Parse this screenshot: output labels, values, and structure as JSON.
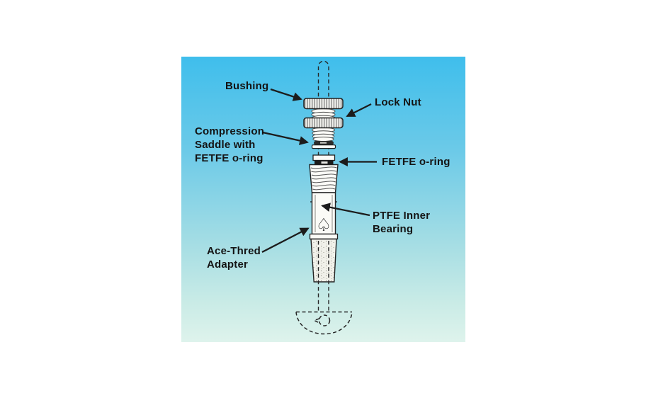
{
  "diagram": {
    "labels": {
      "bushing": "Bushing",
      "lock_nut": "Lock Nut",
      "compression_saddle": [
        "Compression",
        "Saddle with",
        "FETFE o-ring"
      ],
      "fetfe_oring": "FETFE o-ring",
      "ptfe_inner_bearing": [
        "PTFE Inner",
        "Bearing"
      ],
      "ace_thred_adapter": [
        "Ace-Thred",
        "Adapter"
      ]
    },
    "icons": {
      "spade": "♤"
    },
    "colors": {
      "panel_gradient_top": "#3fbeec",
      "panel_gradient_middle": "#9cdbe5",
      "panel_gradient_bottom": "#def3ec",
      "line_ink": "#1c1c1c",
      "label_text": "#141414",
      "canvas_background": "#ffffff"
    }
  }
}
